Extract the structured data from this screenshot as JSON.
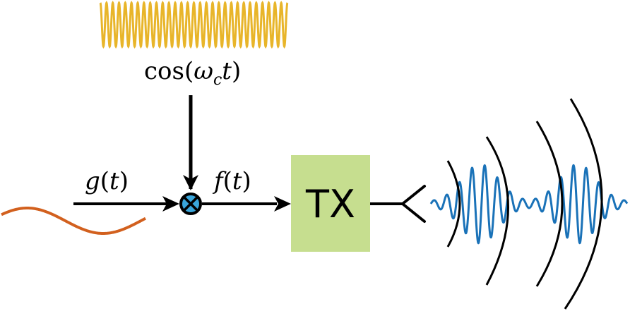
{
  "carrier_label": {
    "func": "cos",
    "var": "ω",
    "sub": "c",
    "arg": "t"
  },
  "input_label": {
    "func": "g",
    "arg": "t"
  },
  "output_label": {
    "func": "f",
    "arg": "t"
  },
  "tx_label": "TX",
  "colors": {
    "carrier_wave": "#E8B52A",
    "baseband_wave": "#D2601E",
    "modulated_wave": "#1A72B8",
    "mixer_fill": "#3AA6DB",
    "tx_box": "#C6DE8F",
    "lines": "#000000"
  },
  "icons": {
    "mixer": "multiplier-circle-icon",
    "antenna": "antenna-icon",
    "wavefronts": "radio-wavefront-arcs"
  }
}
